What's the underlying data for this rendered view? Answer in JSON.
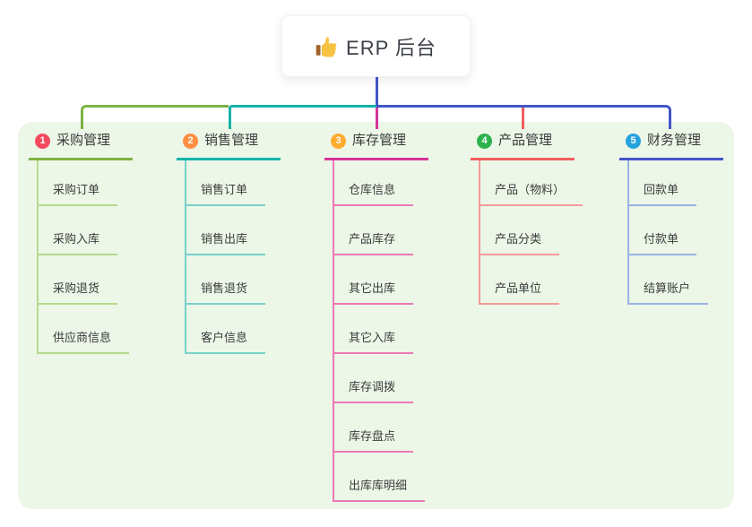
{
  "root": {
    "label": "ERP 后台",
    "icon": "thumbs-up-icon"
  },
  "canvas": {
    "background": "#ffffff",
    "panel_color": "#ecf7e8",
    "root_line_color": "#4355c9"
  },
  "branches": [
    {
      "badge": "1",
      "label": "采购管理",
      "accent": "#7cb342",
      "light": "#b5da8d",
      "badge_color": "#f5495e",
      "children": [
        "采购订单",
        "采购入库",
        "采购退货",
        "供应商信息"
      ]
    },
    {
      "badge": "2",
      "label": "销售管理",
      "accent": "#14b3ab",
      "light": "#79d0ca",
      "badge_color": "#ff8e42",
      "children": [
        "销售订单",
        "销售出库",
        "销售退货",
        "客户信息"
      ]
    },
    {
      "badge": "3",
      "label": "库存管理",
      "accent": "#d6359a",
      "light": "#ec79b5",
      "badge_color": "#ffab2e",
      "children": [
        "仓库信息",
        "产品库存",
        "其它出库",
        "其它入库",
        "库存调拨",
        "库存盘点",
        "出库库明细"
      ]
    },
    {
      "badge": "4",
      "label": "产品管理",
      "accent": "#f15e5e",
      "light": "#f59a9a",
      "badge_color": "#2bb24c",
      "children": [
        "产品（物料）",
        "产品分类",
        "产品单位"
      ]
    },
    {
      "badge": "5",
      "label": "财务管理",
      "accent": "#4355c9",
      "light": "#9ab3e4",
      "badge_color": "#26a2dd",
      "children": [
        "回款单",
        "付款单",
        "结算账户"
      ]
    }
  ]
}
